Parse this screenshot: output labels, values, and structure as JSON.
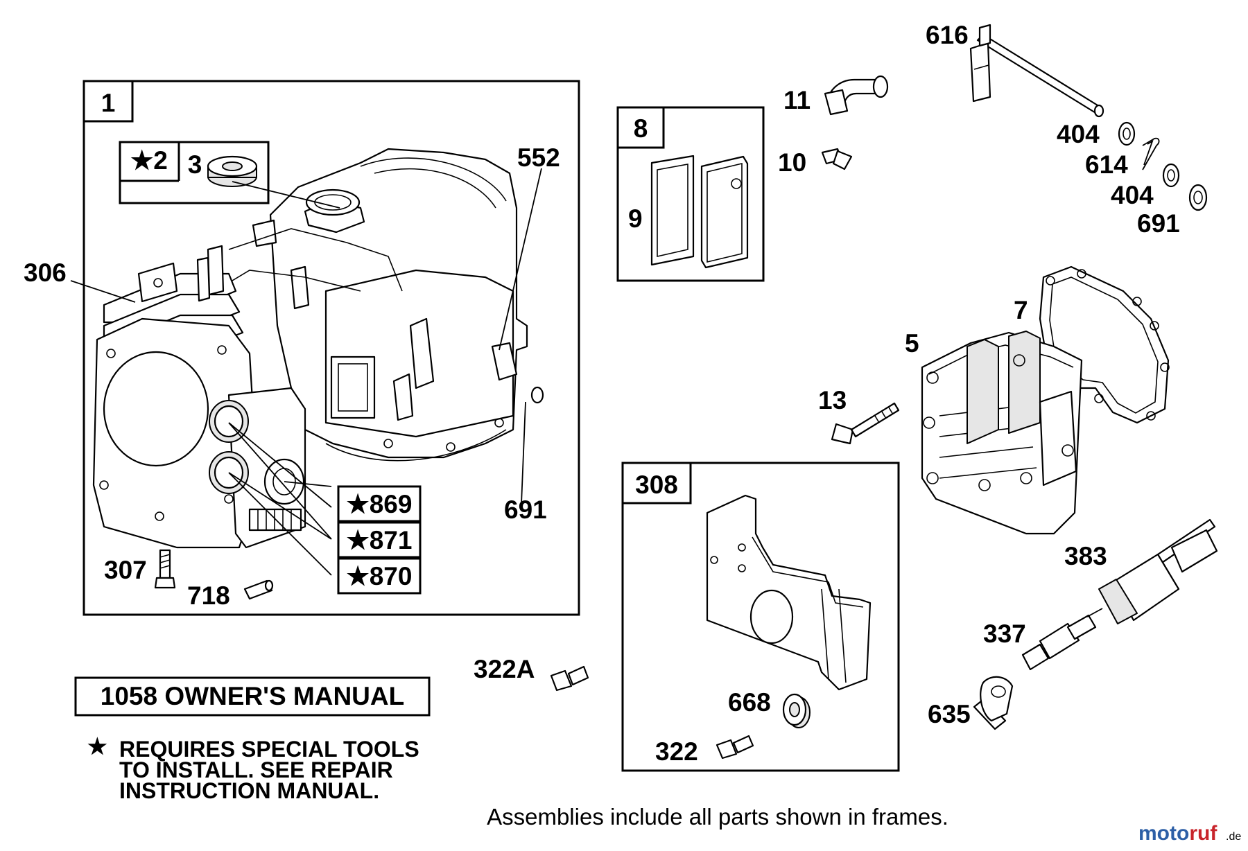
{
  "frames": {
    "f1": "1",
    "f8": "8",
    "f308": "308"
  },
  "labels": {
    "p2": "★2",
    "p3": "3",
    "p306": "306",
    "p552": "552",
    "p691a": "691",
    "p869": "★869",
    "p871": "★871",
    "p870": "★870",
    "p307": "307",
    "p718": "718",
    "p9": "9",
    "p11": "11",
    "p10": "10",
    "p616": "616",
    "p404a": "404",
    "p614": "614",
    "p404b": "404",
    "p691b": "691",
    "p7": "7",
    "p5": "5",
    "p13": "13",
    "p383": "383",
    "p337": "337",
    "p635": "635",
    "p322a": "322A",
    "p668": "668",
    "p322": "322"
  },
  "manual_box": "1058 OWNER'S MANUAL",
  "note": {
    "star": "★",
    "line1": "REQUIRES SPECIAL TOOLS",
    "line2": "TO INSTALL.  SEE REPAIR",
    "line3": "INSTRUCTION MANUAL."
  },
  "caption": "Assemblies include all parts shown in frames.",
  "watermark": {
    "brand": "motoruf",
    "tld": ".de",
    "colors": {
      "moto": "#2d5fa6",
      "ruf": "#c8242b"
    }
  }
}
